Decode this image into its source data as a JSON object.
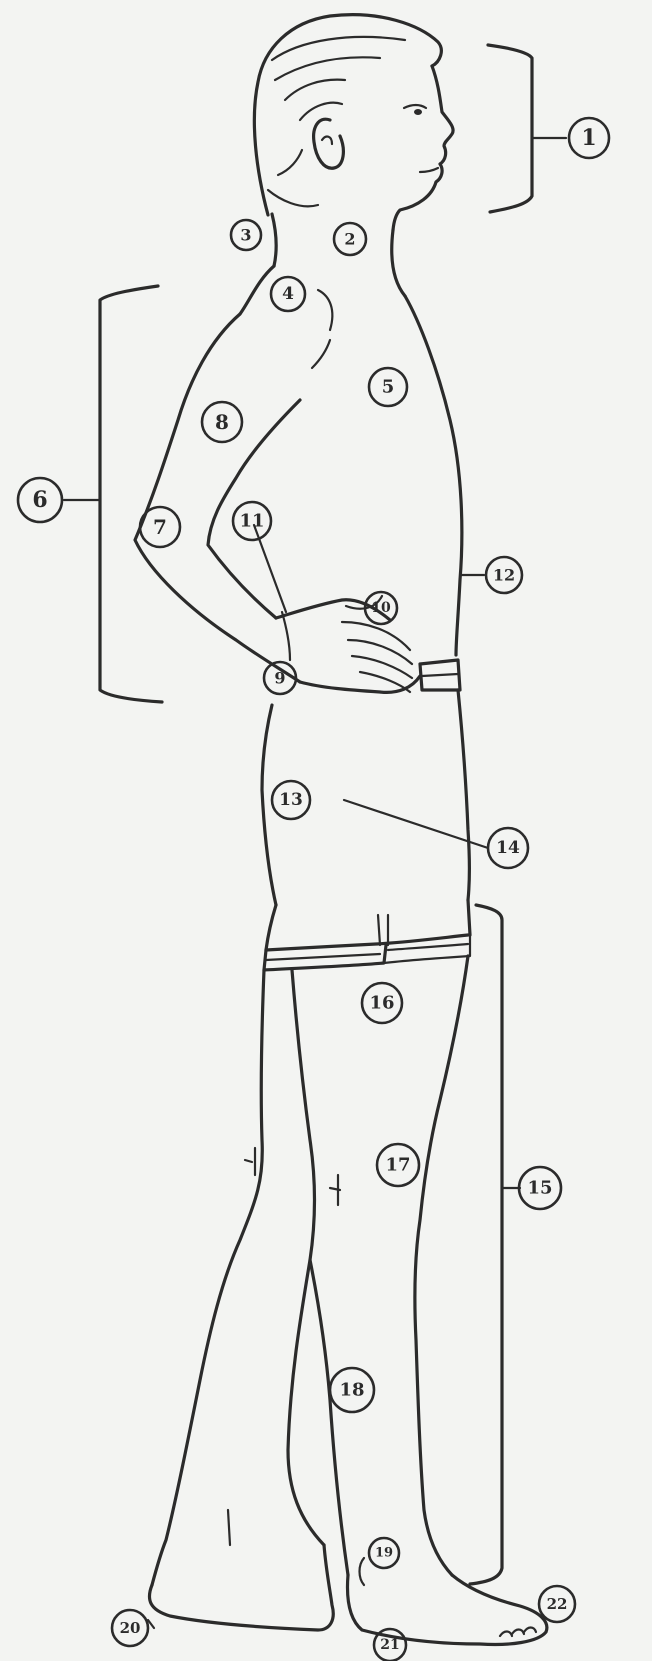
{
  "ink_color": "#2b2b2b",
  "paper_color": "#f3f4f2",
  "labels": {
    "l1": "1",
    "l2": "2",
    "l3": "3",
    "l4": "4",
    "l5": "5",
    "l6": "6",
    "l7": "7",
    "l8": "8",
    "l9": "9",
    "l10": "10",
    "l11": "11",
    "l12": "12",
    "l13": "13",
    "l14": "14",
    "l15": "15",
    "l16": "16",
    "l17": "17",
    "l18": "18",
    "l19": "19",
    "l20": "20",
    "l21": "21",
    "l22": "22"
  }
}
